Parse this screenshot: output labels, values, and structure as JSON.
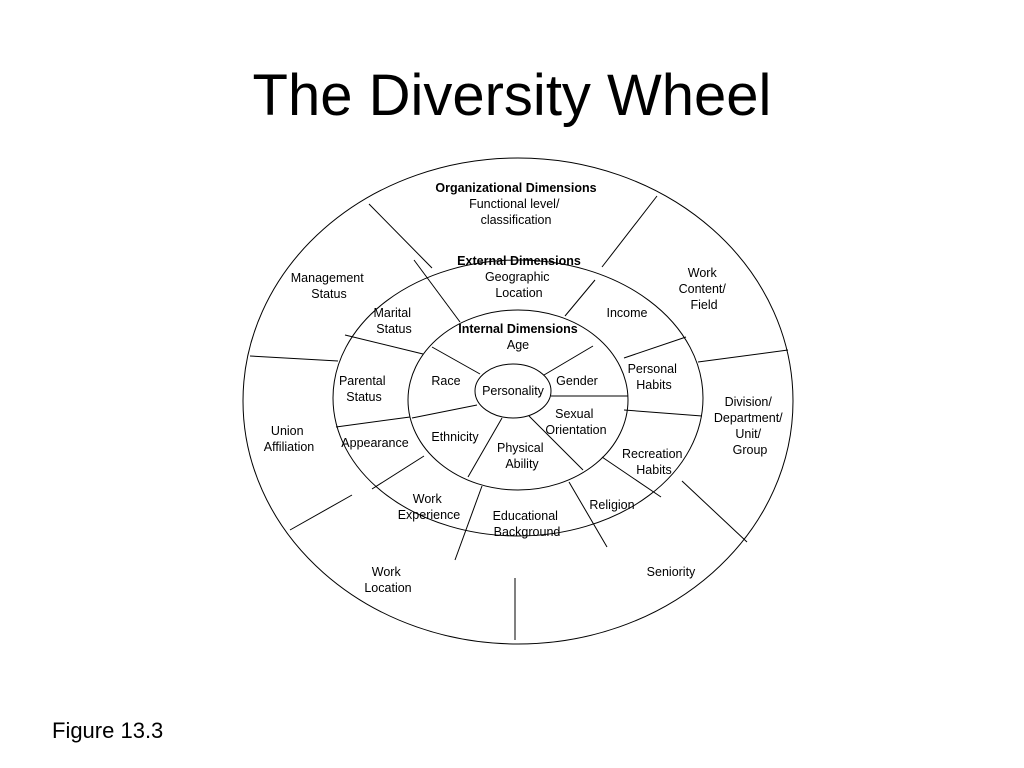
{
  "title": "The Diversity Wheel",
  "caption": "Figure 13.3",
  "colors": {
    "line": "#000000",
    "text": "#000000",
    "background": "#ffffff"
  },
  "wheel": {
    "center": {
      "label": "Personality"
    },
    "internal": {
      "heading": "Internal Dimensions",
      "segments": {
        "age": "Age",
        "gender": "Gender",
        "sexual_orientation": [
          "Sexual",
          "Orientation"
        ],
        "physical_ability": [
          "Physical",
          "Ability"
        ],
        "ethnicity": "Ethnicity",
        "race": "Race"
      }
    },
    "external": {
      "heading": "External Dimensions",
      "segments": {
        "geographic_location": [
          "Geographic",
          "Location"
        ],
        "income": "Income",
        "personal_habits": [
          "Personal",
          "Habits"
        ],
        "recreation_habits": [
          "Recreation",
          "Habits"
        ],
        "religion": "Religion",
        "educational_background": [
          "Educational",
          "Background"
        ],
        "work_experience": [
          "Work",
          "Experience"
        ],
        "appearance": "Appearance",
        "parental_status": [
          "Parental",
          "Status"
        ],
        "marital_status": [
          "Marital",
          "Status"
        ]
      }
    },
    "organizational": {
      "heading": "Organizational Dimensions",
      "segments": {
        "functional_level": [
          "Functional level/",
          "classification"
        ],
        "work_content": [
          "Work",
          "Content/",
          "Field"
        ],
        "division": [
          "Division/",
          "Department/",
          "Unit/",
          "Group"
        ],
        "seniority": "Seniority",
        "work_location": [
          "Work",
          "Location"
        ],
        "union_affiliation": [
          "Union",
          "Affiliation"
        ],
        "management_status": [
          "Management",
          "Status"
        ]
      }
    }
  }
}
